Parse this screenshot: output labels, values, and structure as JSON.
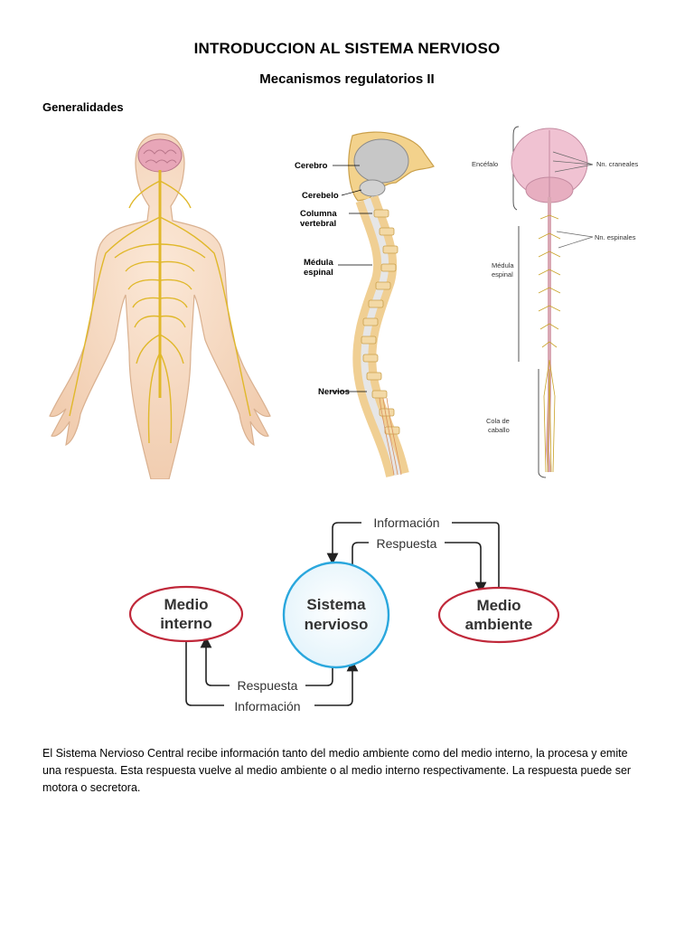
{
  "header": {
    "title": "INTRODUCCION AL SISTEMA NERVIOSO",
    "subtitle": "Mecanismos regulatorios II",
    "section": "Generalidades"
  },
  "anatomy": {
    "spine_labels": {
      "cerebro": "Cerebro",
      "cerebelo": "Cerebelo",
      "columna_1": "Columna",
      "columna_2": "vertebral",
      "medula_1": "Médula",
      "medula_2": "espinal",
      "nervios": "Nervios"
    },
    "cord_labels": {
      "encefalo": "Encéfalo",
      "nn_craneales": "Nn. craneales",
      "nn_espinales": "Nn. espinales",
      "medula_1": "Médula",
      "medula_2": "espinal",
      "cola_1": "Cola de",
      "cola_2": "caballo"
    }
  },
  "diagram": {
    "informacion_top": "Información",
    "respuesta_top": "Respuesta",
    "medio_interno_1": "Medio",
    "medio_interno_2": "interno",
    "sistema_1": "Sistema",
    "sistema_2": "nervioso",
    "medio_ambiente_1": "Medio",
    "medio_ambiente_2": "ambiente",
    "respuesta_bottom": "Respuesta",
    "informacion_bottom": "Información"
  },
  "body_text": "El Sistema Nervioso Central recibe información tanto del medio ambiente como del medio interno, la procesa y emite una respuesta. Esta respuesta vuelve al medio ambiente o al medio interno respectivamente. La respuesta puede ser motora o secretora.",
  "colors": {
    "skin": "#f7dcc4",
    "nerve": "#e0b82a",
    "brain": "#e8a6b8",
    "oval_border": "#c0283a",
    "circle_border": "#2aa7dd"
  }
}
